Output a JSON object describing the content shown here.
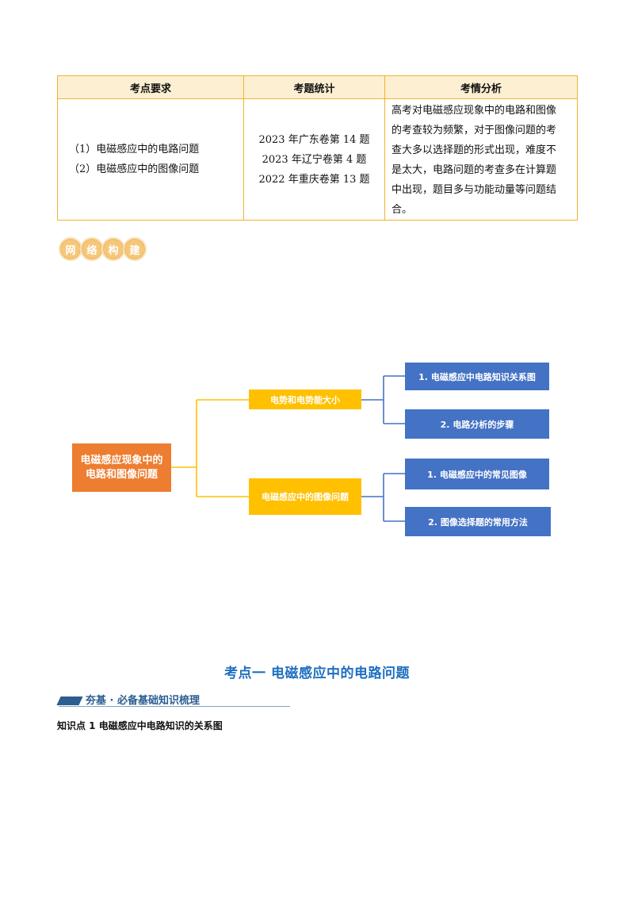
{
  "table": {
    "headers": [
      "考点要求",
      "考题统计",
      "考情分析"
    ],
    "requirements": [
      "（1）电磁感应中的电路问题",
      "（2）电磁感应中的图像问题"
    ],
    "stats": [
      "2023 年广东卷第 14 题",
      "2023 年辽宁卷第 4 题",
      "2022 年重庆卷第 13 题"
    ],
    "analysis_lines": [
      "高考对电磁感应现象中的电路和图像",
      "的考查较为频繁，对于图像问题的考",
      "查大多以选择题的形式出现，难度不",
      "是太大，电路问题的考查多在计算题",
      "中出现，题目多与功能动量等问题结",
      "合。"
    ]
  },
  "badge": {
    "chars": [
      "网",
      "络",
      "构",
      "建"
    ],
    "color": "#f4c77a"
  },
  "mindmap": {
    "root": {
      "line1": "电磁感应现象中的",
      "line2": "电路和图像问题",
      "color": "#ed7d31"
    },
    "mid": [
      {
        "label": "电势和电势能大小",
        "color": "#ffc000"
      },
      {
        "label": "电磁感应中的图像问题",
        "color": "#ffc000"
      }
    ],
    "leaves": [
      {
        "label": "1. 电磁感应中电路知识关系图",
        "color": "#4472c4"
      },
      {
        "label": "2. 电路分析的步骤",
        "color": "#4472c4"
      },
      {
        "label": "1. 电磁感应中的常见图像",
        "color": "#4472c4"
      },
      {
        "label": "2. 图像选择题的常用方法",
        "color": "#4472c4"
      }
    ]
  },
  "section": {
    "title": "考点一  电磁感应中的电路问题",
    "title_color": "#1f6fc0",
    "banner": "夯基 · 必备基础知识梳理",
    "knowledge_point": "知识点 1   电磁感应中电路知识的关系图"
  }
}
